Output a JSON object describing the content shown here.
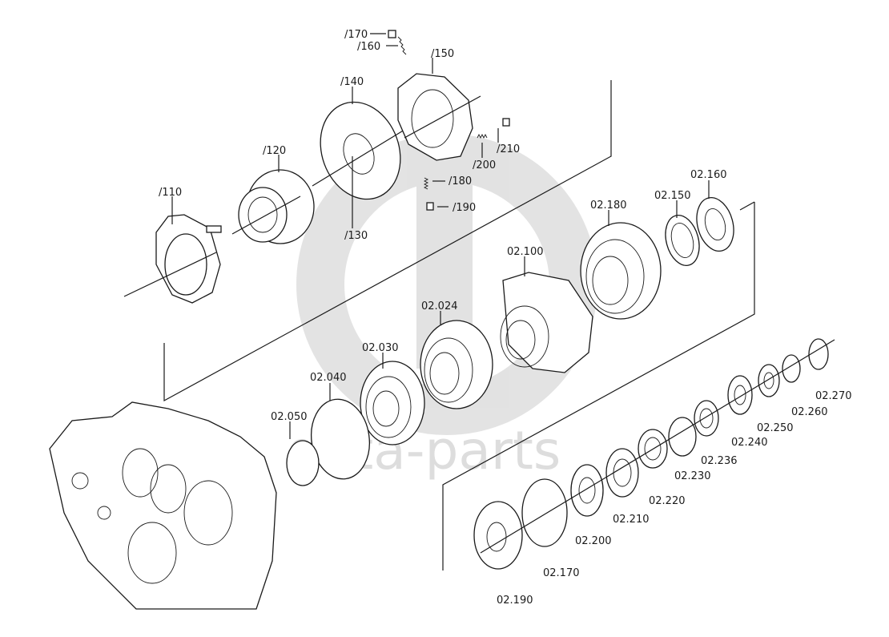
{
  "watermark": {
    "text": "data-parts"
  },
  "labels": {
    "p170": "/170",
    "p160": "/160",
    "p150": "/150",
    "p140": "/140",
    "p120": "/120",
    "p110": "/110",
    "p130": "/130",
    "p180": "/180",
    "p190": "/190",
    "p200": "/200",
    "p210": "/210",
    "g160": "02.160",
    "g150": "02.150",
    "g180": "02.180",
    "g100": "02.100",
    "g024": "02.024",
    "g030": "02.030",
    "g040": "02.040",
    "g050": "02.050",
    "s270": "02.270",
    "s260": "02.260",
    "s250": "02.250",
    "s240": "02.240",
    "s236": "02.236",
    "s230": "02.230",
    "s220": "02.220",
    "s210": "02.210",
    "s200": "02.200",
    "s170": "02.170",
    "s190": "02.190"
  }
}
